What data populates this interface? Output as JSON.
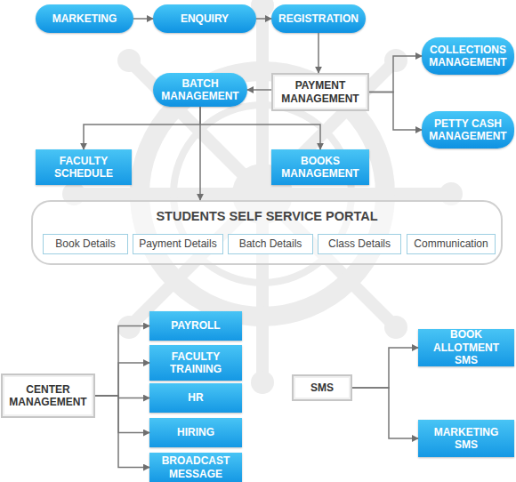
{
  "diagram": {
    "nodes": [
      {
        "text": [
          "MARKETING"
        ]
      },
      {
        "text": [
          "ENQUIRY"
        ]
      },
      {
        "text": [
          "REGISTRATION"
        ]
      },
      {
        "text": [
          "COLLECTIONS MANAGEMENT"
        ]
      },
      {
        "text": [
          "BATCH MANAGEMENT"
        ]
      },
      {
        "text": [
          "PAYMENT MANAGEMENT"
        ]
      },
      {
        "text": [
          "PETTY CASH MANAGEMENT"
        ]
      },
      {
        "text": [
          "FACULTY SCHEDULE"
        ]
      },
      {
        "text": [
          "BOOKS MANAGEMENT"
        ]
      },
      {
        "text": [
          "STUDENTS SELF SERVICE PORTAL"
        ]
      },
      {
        "text": [
          "Book Details"
        ],
        "in": 9
      },
      {
        "text": [
          "Payment Details"
        ],
        "in": 9
      },
      {
        "text": [
          "Batch Details"
        ],
        "in": 9
      },
      {
        "text": [
          "Class Details"
        ],
        "in": 9
      },
      {
        "text": [
          "Communication"
        ],
        "in": 9
      },
      {
        "text": [
          "CENTER MANAGEMENT"
        ]
      },
      {
        "text": [
          "PAYROLL"
        ]
      },
      {
        "text": [
          "FACULTY TRAINING"
        ]
      },
      {
        "text": [
          "HR"
        ]
      },
      {
        "text": [
          "HIRING"
        ]
      },
      {
        "text": [
          "BROADCAST MESSAGE"
        ]
      },
      {
        "text": [
          "SMS"
        ]
      },
      {
        "text": [
          "BOOK ALLOTMENT SMS"
        ]
      },
      {
        "text": [
          "MARKETING SMS"
        ]
      }
    ],
    "edges": [
      {
        "from": 0,
        "to": 1,
        "arrow": "to"
      },
      {
        "from": 1,
        "to": 2,
        "arrow": "to"
      },
      {
        "from": 2,
        "to": 5,
        "arrow": "to"
      },
      {
        "from": 5,
        "to": 4,
        "arrow": "to"
      },
      {
        "from": 5,
        "to": 3,
        "arrow": "to"
      },
      {
        "from": 5,
        "to": 6,
        "arrow": "to"
      },
      {
        "from": 4,
        "to": 7,
        "arrow": "to"
      },
      {
        "from": 4,
        "to": 8,
        "arrow": "to"
      },
      {
        "from": 4,
        "to": 9,
        "arrow": "to"
      },
      {
        "from": 15,
        "to": 16,
        "arrow": "to"
      },
      {
        "from": 15,
        "to": 17,
        "arrow": "to"
      },
      {
        "from": 15,
        "to": 18,
        "arrow": "to"
      },
      {
        "from": 15,
        "to": 19,
        "arrow": "to"
      },
      {
        "from": 15,
        "to": 20,
        "arrow": "to"
      },
      {
        "from": 21,
        "to": 22,
        "arrow": "to"
      },
      {
        "from": 21,
        "to": 23,
        "arrow": "to"
      }
    ]
  }
}
